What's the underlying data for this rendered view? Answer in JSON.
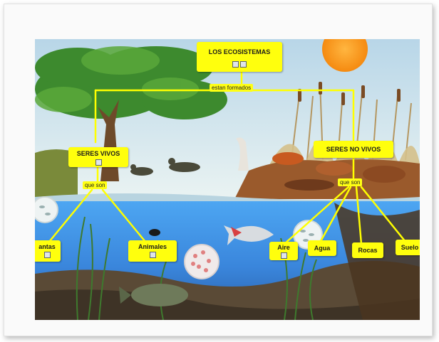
{
  "diagram": {
    "root": {
      "label": "LOS ECOSISTEMAS"
    },
    "root_link": {
      "label": "estan formados"
    },
    "left_branch": {
      "label": "SERES VIVOS",
      "link": "que son",
      "children": [
        "antas",
        "Animales"
      ]
    },
    "right_branch": {
      "label": "SERES NO VIVOS",
      "link": "que son",
      "children": [
        "Aire",
        "Agua",
        "Rocas",
        "Suelo"
      ]
    }
  },
  "colors": {
    "node_fill": "#ffff0d",
    "connector": "#ffff00",
    "water": "#3c8ee8",
    "sun": "#fb9a1c"
  },
  "icons": [
    "document-icon",
    "map-icon"
  ]
}
